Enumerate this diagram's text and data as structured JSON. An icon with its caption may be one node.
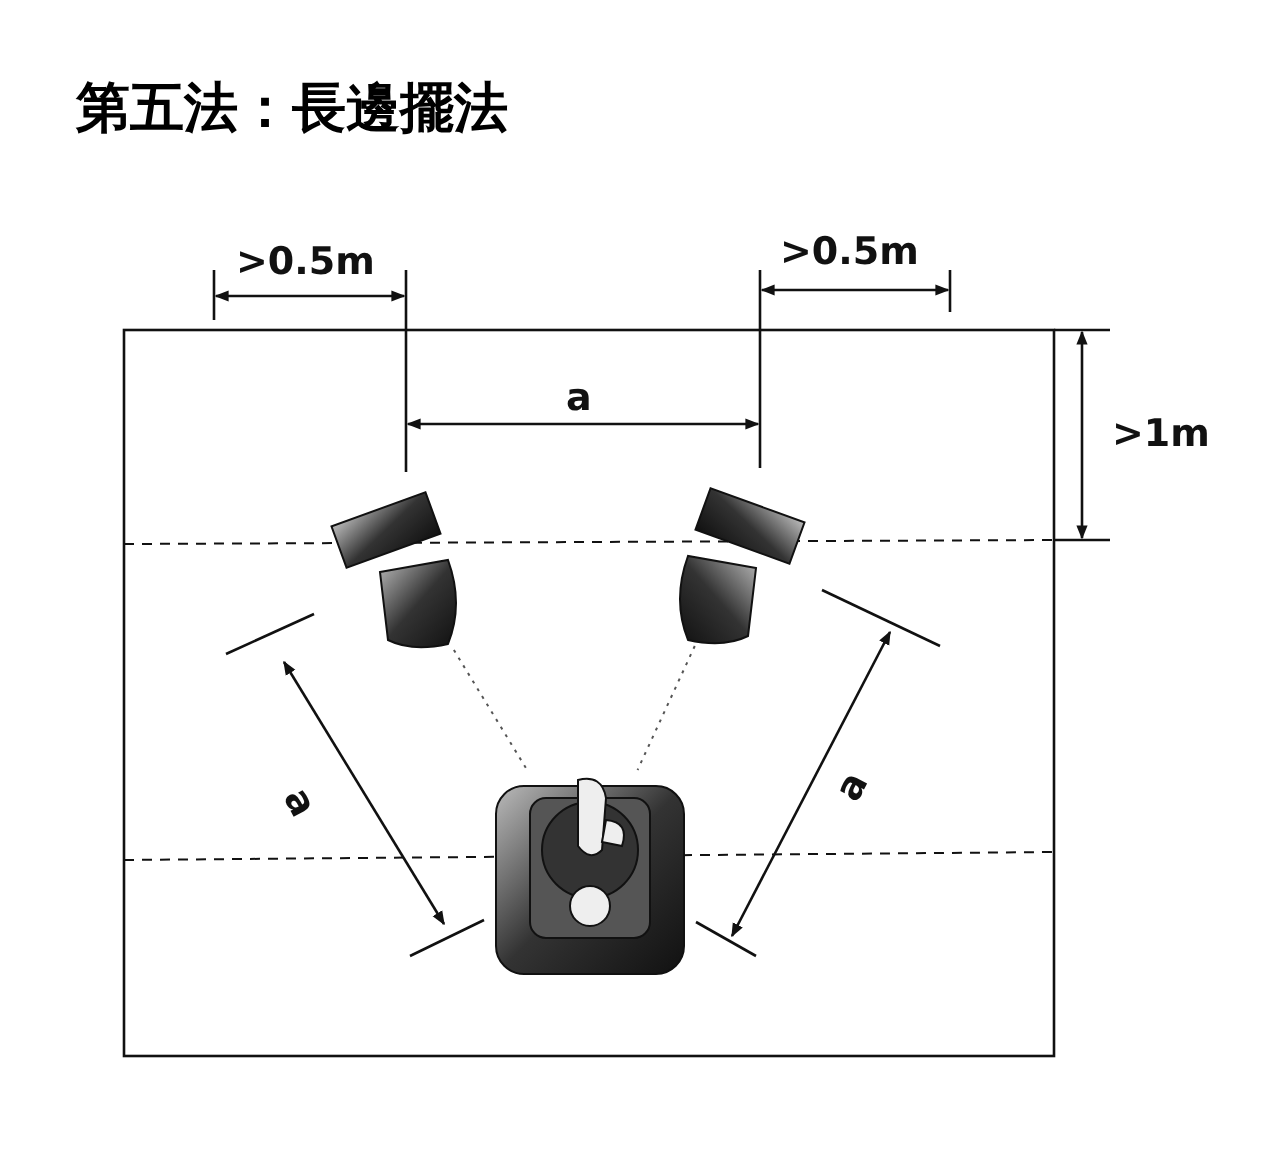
{
  "diagram": {
    "title": "第五法：長邊擺法",
    "nodes": [
      {
        "text": [],
        "shape": "picture"
      },
      {
        "text": [],
        "shape": "picture"
      },
      {
        "text": [],
        "shape": "picture"
      }
    ],
    "edges": [
      {
        "from": 0,
        "to": 2,
        "arrow": "none",
        "style": "dashed"
      },
      {
        "from": 1,
        "to": 2,
        "arrow": "none",
        "style": "dashed"
      }
    ],
    "labels": [
      ">0.5m",
      ">0.5m",
      "a",
      ">1m",
      "a",
      "a"
    ]
  }
}
